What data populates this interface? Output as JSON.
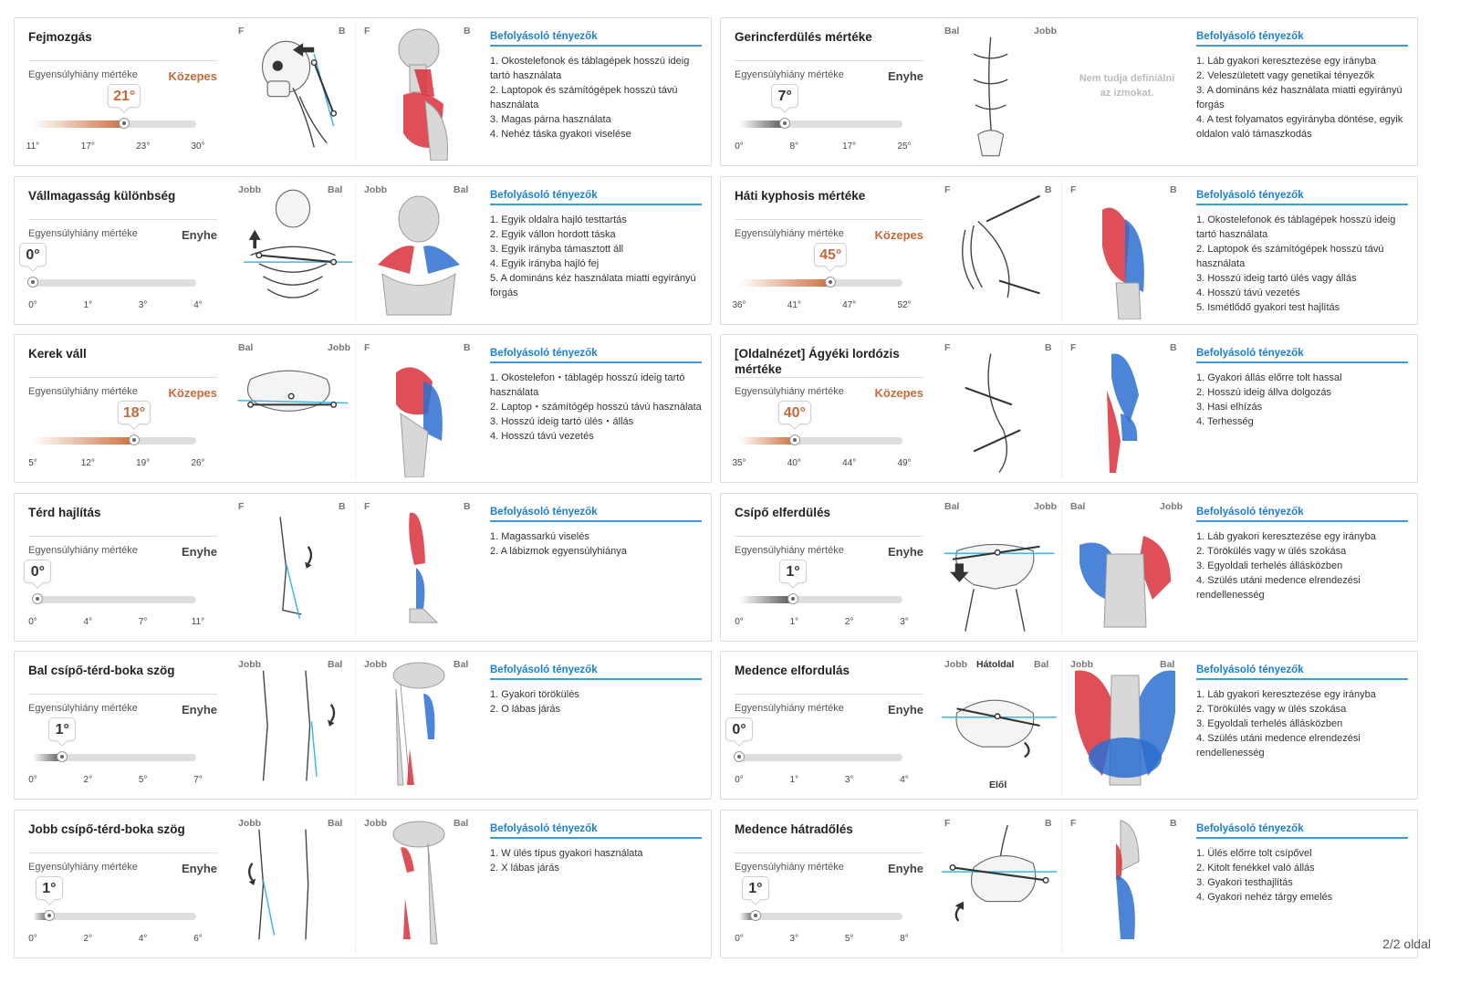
{
  "meter_label": "Egyensúlyhiány mértéke",
  "factors_title": "Befolyásoló tényezők",
  "no_muscle_text": "Nem tudja definiálni az izmokat.",
  "footer": "2/2 oldal",
  "colors": {
    "accent_blue": "#1c7ed6",
    "guide_cyan": "#3cb8e6",
    "medium_orange": "#c8693d",
    "muscle_red": "#d9303a",
    "muscle_blue": "#2d6fd0"
  },
  "cards": [
    {
      "title": "Fejmozgás",
      "level": "Közepes",
      "level_class": "mid",
      "value": "21°",
      "pos": 0.56,
      "ticks": [
        "11°",
        "17°",
        "23°",
        "30°"
      ],
      "img1_labels": [
        "F",
        "B"
      ],
      "img2_labels": [
        "F",
        "B"
      ],
      "img1": "head-side",
      "img2": "muscle-neck-side",
      "factors": [
        "1. Okostelefonok és táblagépek hosszú ideig tartó használata",
        "2. Laptopok és számítógépek hosszú távú használata",
        "3. Magas párna használata",
        "4. Nehéz táska gyakori viselése"
      ]
    },
    {
      "title": "Gerincferdülés mértéke",
      "level": "Enyhe",
      "level_class": "low",
      "value": "7°",
      "pos": 0.28,
      "ticks": [
        "0°",
        "8°",
        "17°",
        "25°"
      ],
      "img1_labels": [
        "Bal",
        "Jobb"
      ],
      "img2_labels": [],
      "img1": "spine-back",
      "img2": "none",
      "factors": [
        "1. Láb gyakori keresztezése egy irányba",
        "2. Veleszületett vagy genetikai tényezők",
        "3. A domináns kéz használata miatti egyirányú forgás",
        "4. A test folyamatos egyirányba döntése, egyik oldalon való támaszkodás"
      ]
    },
    {
      "title": "Vállmagasság különbség",
      "level": "Enyhe",
      "level_class": "low",
      "value": "0°",
      "pos": 0.0,
      "ticks": [
        "0°",
        "1°",
        "3°",
        "4°"
      ],
      "img1_labels": [
        "Jobb",
        "Bal"
      ],
      "img2_labels": [
        "Jobb",
        "Bal"
      ],
      "img1": "shoulder-front",
      "img2": "muscle-shoulder-front",
      "factors": [
        "1. Egyik oldalra hajló testtartás",
        "2. Egyik vállon hordott táska",
        "3. Egyik irányba támasztott áll",
        "4. Egyik irányba hajló fej",
        "5. A domináns kéz használata miatti egyirányú forgás"
      ]
    },
    {
      "title": "Háti kyphosis mértéke",
      "level": "Közepes",
      "level_class": "mid",
      "value": "45°",
      "pos": 0.56,
      "ticks": [
        "36°",
        "41°",
        "47°",
        "52°"
      ],
      "img1_labels": [
        "F",
        "B"
      ],
      "img2_labels": [
        "F",
        "B"
      ],
      "img1": "thoracic-side",
      "img2": "muscle-back-side",
      "factors": [
        "1. Okostelefonok és táblagépek hosszú ideig tartó használata",
        "2. Laptopok és számítógépek hosszú távú használata",
        "3. Hosszú ideig tartó ülés vagy állás",
        "4. Hosszú távú vezetés",
        "5. Ismétlődő gyakori test hajlítás"
      ]
    },
    {
      "title": "Kerek váll",
      "level": "Közepes",
      "level_class": "mid",
      "value": "18°",
      "pos": 0.62,
      "ticks": [
        "5°",
        "12°",
        "19°",
        "26°"
      ],
      "img1_labels": [
        "Bal",
        "Jobb"
      ],
      "img2_labels": [
        "F",
        "B"
      ],
      "img1": "shoulder-top",
      "img2": "muscle-shoulder-side",
      "factors": [
        "1. Okostelefon・táblagép hosszú ideig tartó használata",
        "2. Laptop・számítógép hosszú távú használata",
        "3. Hosszú ideig tartó ülés・állás",
        "4. Hosszú távú vezetés"
      ]
    },
    {
      "title": "[Oldalnézet] Ágyéki lordózis mértéke",
      "level": "Közepes",
      "level_class": "mid",
      "value": "40°",
      "pos": 0.34,
      "ticks": [
        "35°",
        "40°",
        "44°",
        "49°"
      ],
      "img1_labels": [
        "F",
        "B"
      ],
      "img2_labels": [
        "F",
        "B"
      ],
      "img1": "lumbar-side",
      "img2": "muscle-lumbar-side",
      "factors": [
        "1. Gyakori állás előrre tolt hassal",
        "2. Hosszú ideig állva dolgozás",
        "3. Hasi elhízás",
        "4. Terhesség"
      ]
    },
    {
      "title": "Térd hajlítás",
      "level": "Enyhe",
      "level_class": "low",
      "value": "0°",
      "pos": 0.03,
      "ticks": [
        "0°",
        "4°",
        "7°",
        "11°"
      ],
      "img1_labels": [
        "F",
        "B"
      ],
      "img2_labels": [
        "F",
        "B"
      ],
      "img1": "leg-side",
      "img2": "muscle-leg-side",
      "factors": [
        "1. Magassarkú viselés",
        "2. A lábizmok egyensúlyhiánya"
      ]
    },
    {
      "title": "Csípő elferdülés",
      "level": "Enyhe",
      "level_class": "low",
      "value": "1°",
      "pos": 0.33,
      "ticks": [
        "0°",
        "1°",
        "2°",
        "3°"
      ],
      "img1_labels": [
        "Bal",
        "Jobb"
      ],
      "img2_labels": [
        "Bal",
        "Jobb"
      ],
      "img1": "pelvis-front",
      "img2": "muscle-hip-back",
      "factors": [
        "1. Láb gyakori keresztezése egy irányba",
        "2. Törökülés vagy w ülés szokása",
        "3. Egyoldali terhelés állásközben",
        "4. Szülés utáni medence elrendezési rendellenesség"
      ]
    },
    {
      "title": "Bal csípő-térd-boka szög",
      "level": "Enyhe",
      "level_class": "low",
      "value": "1°",
      "pos": 0.18,
      "ticks": [
        "0°",
        "2°",
        "5°",
        "7°"
      ],
      "img1_labels": [
        "Jobb",
        "Bal"
      ],
      "img2_labels": [
        "Jobb",
        "Bal"
      ],
      "img1": "legs-front-left",
      "img2": "muscle-legs-front-left",
      "factors": [
        "1. Gyakori törökülés",
        "2. O lábas járás"
      ]
    },
    {
      "title": "Medence elfordulás",
      "level": "Enyhe",
      "level_class": "low",
      "value": "0°",
      "pos": 0.0,
      "ticks": [
        "0°",
        "1°",
        "3°",
        "4°"
      ],
      "img1_labels": [
        "Jobb",
        "Bal"
      ],
      "img2_labels": [
        "Jobb",
        "Bal"
      ],
      "img1_center_top": "Hátoldal",
      "img1_center_bottom": "Elől",
      "img1": "pelvis-top",
      "img2": "muscle-pelvis-back",
      "factors": [
        "1. Láb gyakori keresztezése egy irányba",
        "2. Törökülés vagy w ülés szokása",
        "3. Egyoldali terhelés állásközben",
        "4. Szülés utáni medence elrendezési rendellenesség"
      ]
    },
    {
      "title": "Jobb csípő-térd-boka szög",
      "level": "Enyhe",
      "level_class": "low",
      "value": "1°",
      "pos": 0.1,
      "ticks": [
        "0°",
        "2°",
        "4°",
        "6°"
      ],
      "img1_labels": [
        "Jobb",
        "Bal"
      ],
      "img2_labels": [
        "Jobb",
        "Bal"
      ],
      "img1": "legs-front-right",
      "img2": "muscle-legs-front-right",
      "factors": [
        "1. W ülés típus gyakori használata",
        "2. X lábas járás"
      ]
    },
    {
      "title": "Medence hátradőlés",
      "level": "Enyhe",
      "level_class": "low",
      "value": "1°",
      "pos": 0.1,
      "ticks": [
        "0°",
        "3°",
        "5°",
        "8°"
      ],
      "img1_labels": [
        "F",
        "B"
      ],
      "img2_labels": [
        "F",
        "B"
      ],
      "img1": "pelvis-side",
      "img2": "muscle-pelvis-side",
      "factors": [
        "1. Ülés előrre tolt csípővel",
        "2. Kitolt fenékkel való állás",
        "3. Gyakori testhajlítás",
        "4. Gyakori nehéz tárgy emelés"
      ]
    }
  ]
}
